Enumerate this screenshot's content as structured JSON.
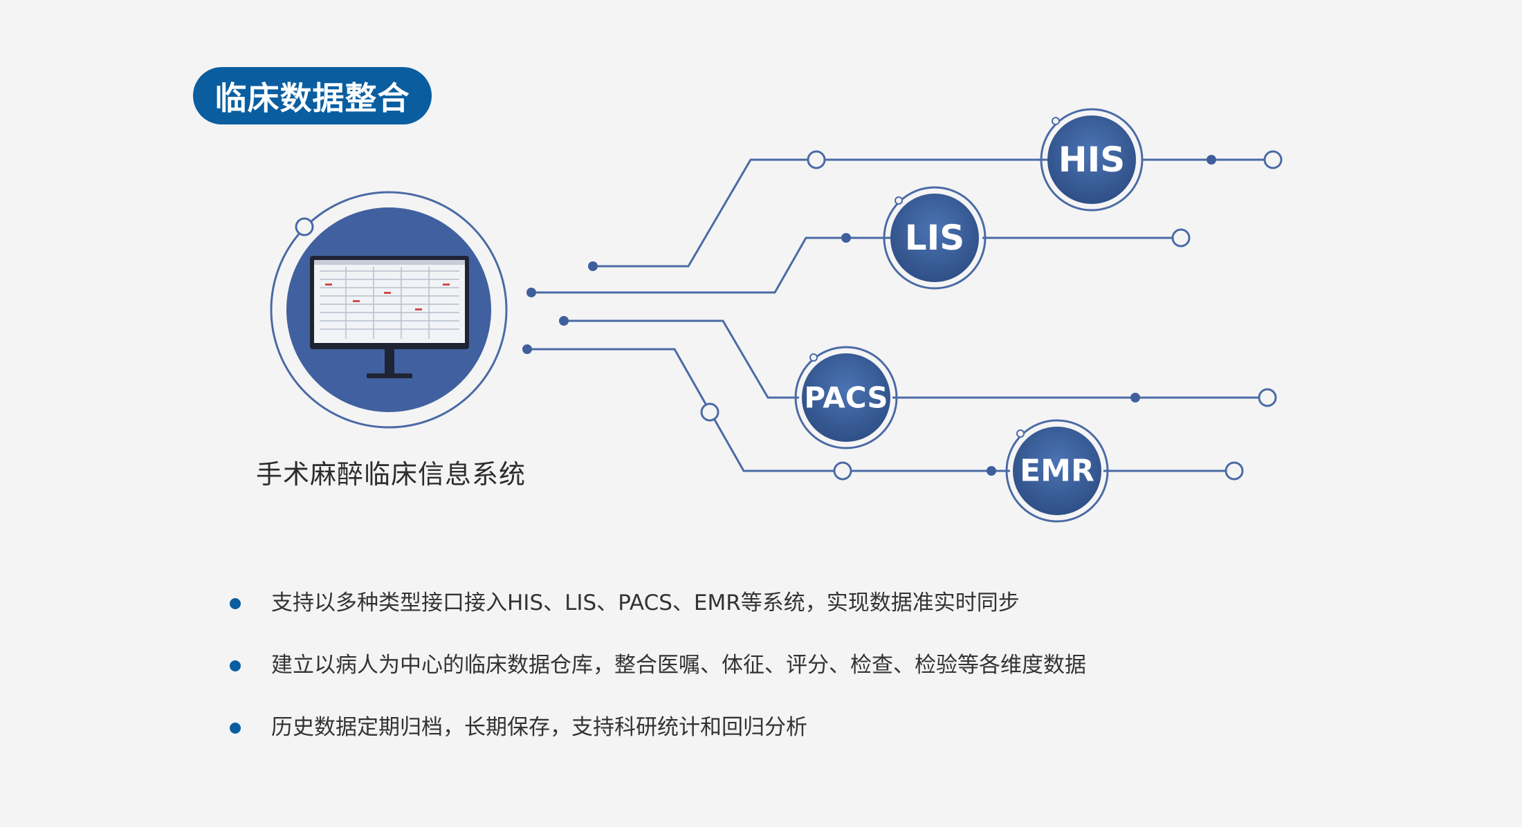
{
  "title": "临床数据整合",
  "center_system": {
    "label": "手术麻醉临床信息系统",
    "icon": "monitor-icon"
  },
  "nodes": [
    {
      "id": "his",
      "label": "HIS"
    },
    {
      "id": "lis",
      "label": "LIS"
    },
    {
      "id": "pacs",
      "label": "PACS"
    },
    {
      "id": "emr",
      "label": "EMR"
    }
  ],
  "bullets": [
    "支持以多种类型接口接入HIS、LIS、PACS、EMR等系统，实现数据准实时同步",
    "建立以病人为中心的临床数据仓库，整合医嘱、体征、评分、检查、检验等各维度数据",
    "历史数据定期归档，长期保存，支持科研统计和回归分析"
  ],
  "colors": {
    "accent": "#0a5ea0",
    "node_fill": "#3c5f9a",
    "line": "#4a6aa4",
    "background": "#f4f4f5"
  }
}
